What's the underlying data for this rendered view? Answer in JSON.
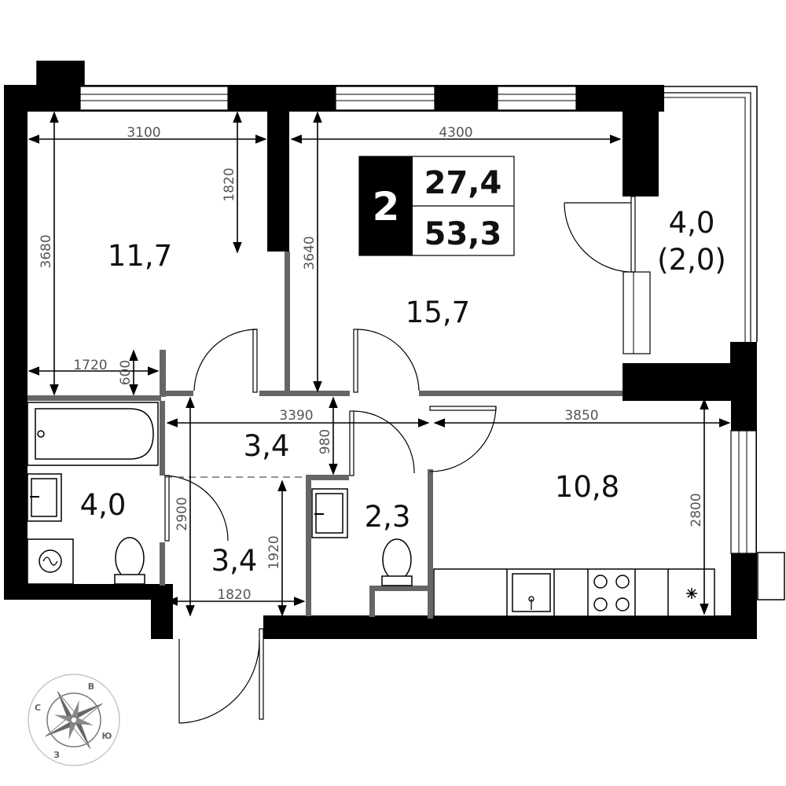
{
  "apartment": {
    "rooms_count": "2",
    "living_area": "27,4",
    "total_area": "53,3"
  },
  "rooms": {
    "bedroom": "11,7",
    "living_room": "15,7",
    "balcony_area": "4,0",
    "balcony_reduced": "(2,0)",
    "hall": "3,4",
    "bathroom": "4,0",
    "corridor": "3,4",
    "toilet": "2,3",
    "kitchen": "10,8"
  },
  "dimensions": {
    "d3100": "3100",
    "d4300": "4300",
    "d1820_top": "1820",
    "d3680": "3680",
    "d3640": "3640",
    "d1720": "1720",
    "d600": "600",
    "d3390": "3390",
    "d3850": "3850",
    "d980": "980",
    "d2900": "2900",
    "d1920": "1920",
    "d1820_bottom": "1820",
    "d2800": "2800"
  },
  "compass": {
    "north": "С",
    "east": "В",
    "south": "Ю",
    "west": "З"
  }
}
